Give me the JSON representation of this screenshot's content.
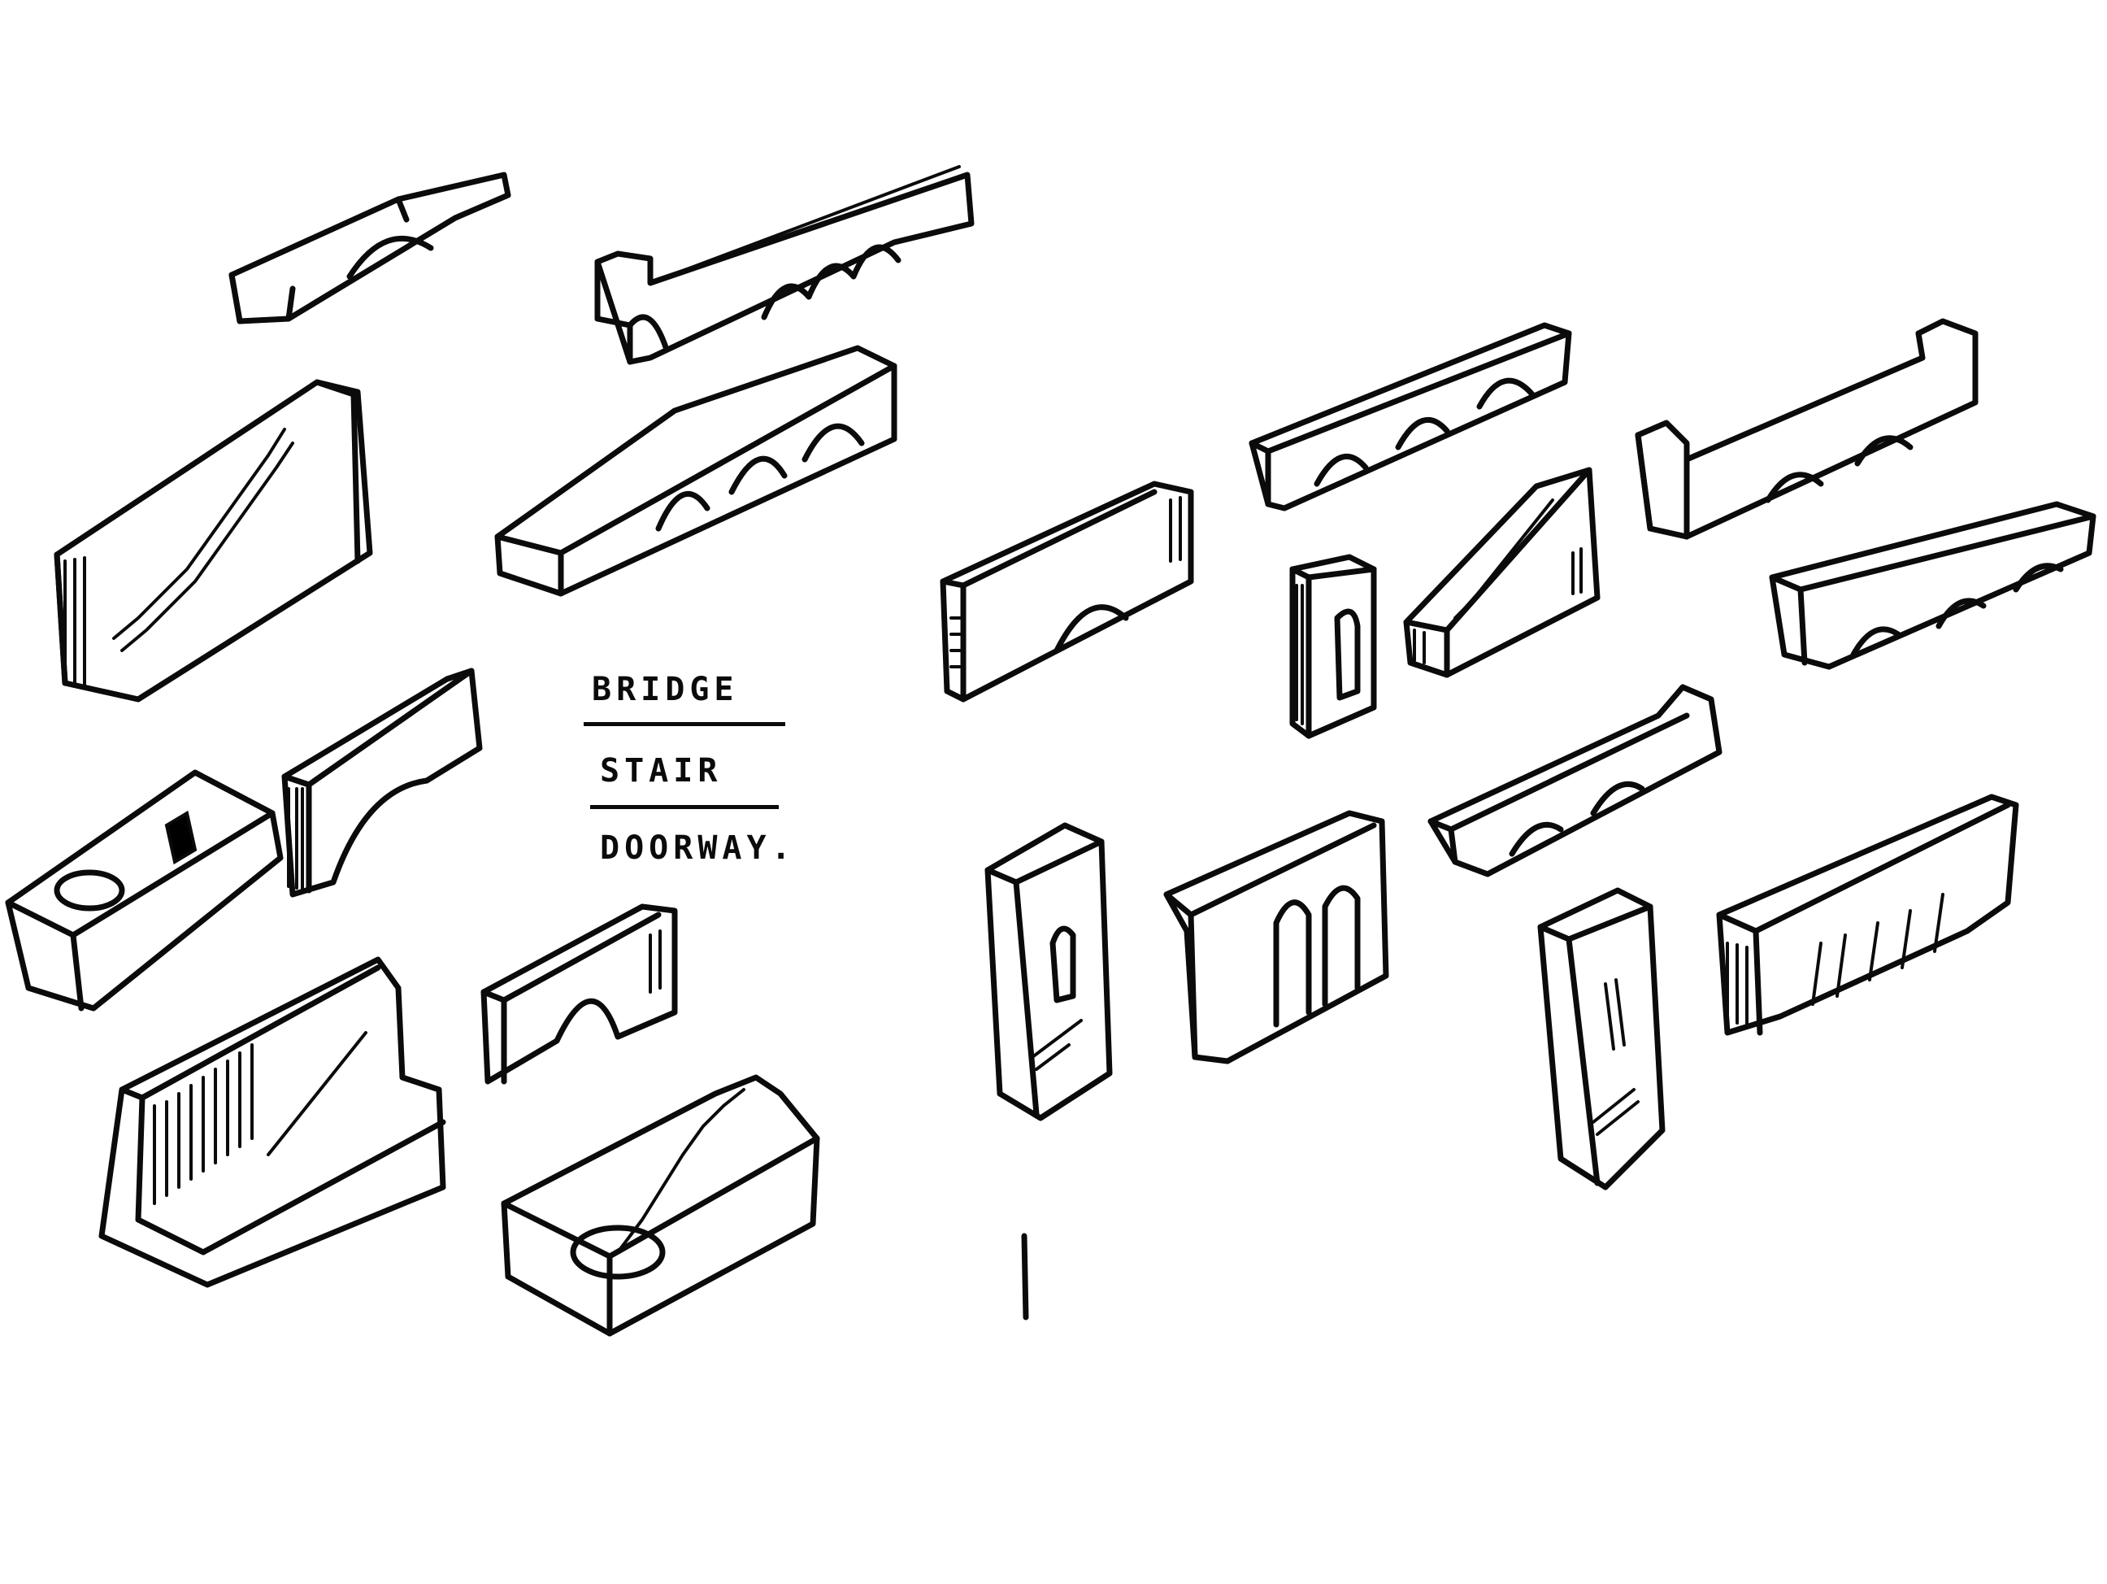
{
  "sheet": {
    "labels": {
      "bridge": "BRIDGE",
      "stair": "STAIR",
      "doorway": "DOORWAY."
    }
  }
}
